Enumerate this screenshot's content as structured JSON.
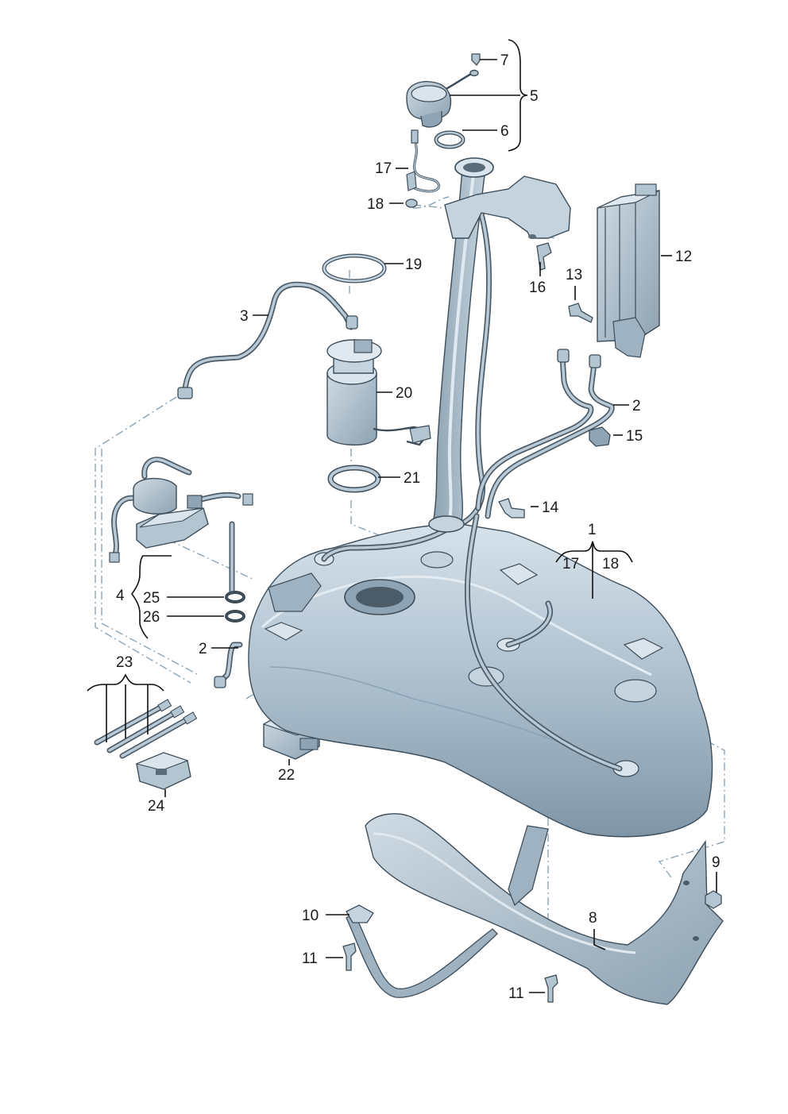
{
  "callouts": {
    "c1": "1",
    "c2a": "2",
    "c2b": "2",
    "c3": "3",
    "c4": "4",
    "c5": "5",
    "c6": "6",
    "c7": "7",
    "c8": "8",
    "c9": "9",
    "c10": "10",
    "c11a": "11",
    "c11b": "11",
    "c12": "12",
    "c13": "13",
    "c14": "14",
    "c15": "15",
    "c16": "16",
    "c17a": "17",
    "c17b": "17",
    "c18a": "18",
    "c18b": "18",
    "c19": "19",
    "c20": "20",
    "c21": "21",
    "c22": "22",
    "c23": "23",
    "c24": "24",
    "c25": "25",
    "c26": "26"
  },
  "colors": {
    "part_fill": "#b4c5d2",
    "part_light": "#d9e4ec",
    "part_dark": "#7f95a6",
    "outline": "#3d4d5a",
    "leader": "#111111",
    "dash": "#8aa5b8"
  }
}
